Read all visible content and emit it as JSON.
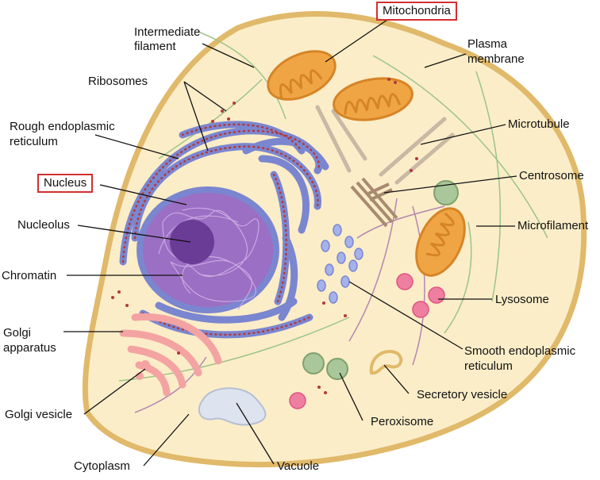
{
  "labels": {
    "mitochondria": "Mitochondria",
    "intermediate_filament_1": "Intermediate",
    "intermediate_filament_2": "filament",
    "plasma_membrane_1": "Plasma",
    "plasma_membrane_2": "membrane",
    "ribosomes": "Ribosomes",
    "microtubule": "Microtubule",
    "rough_er_1": "Rough endoplasmic",
    "rough_er_2": "reticulum",
    "centrosome": "Centrosome",
    "nucleus": "Nucleus",
    "nucleolus": "Nucleolus",
    "microfilament": "Microfilament",
    "chromatin": "Chromatin",
    "lysosome": "Lysosome",
    "golgi_apparatus_1": "Golgi",
    "golgi_apparatus_2": "apparatus",
    "smooth_er_1": "Smooth endoplasmic",
    "smooth_er_2": "reticulum",
    "secretory_vesicle": "Secretory vesicle",
    "golgi_vesicle": "Golgi vesicle",
    "peroxisome": "Peroxisome",
    "cytoplasm": "Cytoplasm",
    "vacuole": "Vacuole"
  },
  "highlighted": [
    "Mitochondria",
    "Nucleus"
  ],
  "colors": {
    "cytoplasm": "#fbedc8",
    "membrane": "#e0b96a",
    "nucleus": "#9b6fc4",
    "nucleolus": "#6a3c96",
    "er": "#7b86d0",
    "ribosome": "#b23a3a",
    "mitochondria": "#f0a545",
    "golgi": "#f4a3a3",
    "peroxisome": "#a9c79a",
    "lysosome": "#ef7fa0",
    "vacuole": "#dde3ef",
    "highlight": "#d32f2f"
  }
}
